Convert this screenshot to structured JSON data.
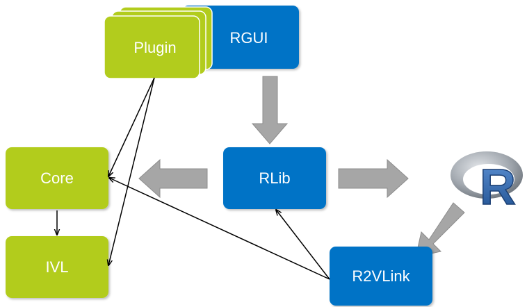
{
  "nodes": {
    "rgui": "RGUI",
    "plugin": "Plugin",
    "rlib": "RLib",
    "core": "Core",
    "ivl": "IVL",
    "r2vlink": "R2VLink",
    "r_logo": "R"
  },
  "colors": {
    "green": "#b2cc1d",
    "blue": "#0073c6",
    "arrow_fill": "#a6a6a6",
    "arrow_stroke": "#8c8c8c",
    "line": "#000000",
    "logo_ring": "#8f959c",
    "logo_r": "#3b6fb3"
  }
}
